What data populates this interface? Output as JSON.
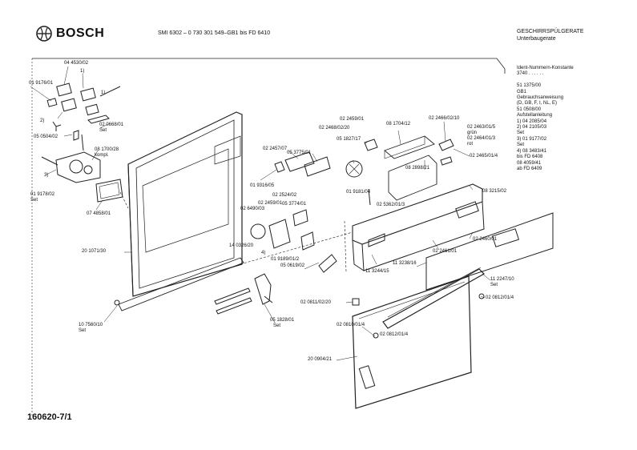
{
  "header": {
    "brand": "BOSCH",
    "model_line": "SMI 6302 – 0 730 301 549–GB1 bis FD 6410",
    "title_line1": "GESCHIRRSPÜLGERATE",
    "title_line2": "Unterbaugerate"
  },
  "legend": {
    "lines": [
      "Ident-Nummern-Konstante",
      "3740   . .   . . . .",
      "",
      "51 1375/00",
      "GB1",
      "Gebrauchsanweisung",
      "(D, GB, F, I, NL, E)",
      "51 0508/00",
      "Aufstellanleitung",
      "1)  04 2085/04",
      "2)  04 2105/03",
      "      Set",
      "3)  01 9177/02",
      "      Set",
      "4)  08 3483/41",
      "      bis FD 6408",
      "      08 4059/41",
      "      ab FD 6409"
    ]
  },
  "footer": {
    "drawing_number": "160620-7/1"
  },
  "part_labels": [
    "04 4530/02",
    "1)",
    "01 9176/01",
    "1)",
    "2)",
    "02 0668/01",
    "Set",
    "05 0504/02",
    "08 1700/28",
    "kompl.",
    "3)",
    "01 9178/02",
    "Set",
    "07 4858/01",
    "02 2457/07",
    "05 3775/01",
    "01 9316/05",
    "02 2524/02",
    "02 2459/01",
    "02 6490/03",
    "05 3774/01",
    "14 0326/20",
    "4)",
    "01 9189/01/2",
    "05 0619/02",
    "01 9181/04",
    "02 2459/01",
    "02 2468/02/20",
    "05 1827/17",
    "08 1704/12",
    "08 2898/21",
    "02 5362/01/3",
    "02 2466/02/10",
    "02 2463/01/5",
    "grün",
    "02 2464/01/3",
    "rot",
    "02 2465/01/4",
    "08 3215/02",
    "02 2460/01",
    "02 2461/01",
    "11 3238/16",
    "11 3244/15",
    "11 2247/10",
    "Set",
    "02 0812/01/4",
    "02 0811/02/20",
    "02 0810/01/4",
    "02 0812/01/4",
    "20 0904/21",
    "20 1071/30",
    "10 7560/10",
    "Set",
    "05 1828/01",
    "Set"
  ]
}
